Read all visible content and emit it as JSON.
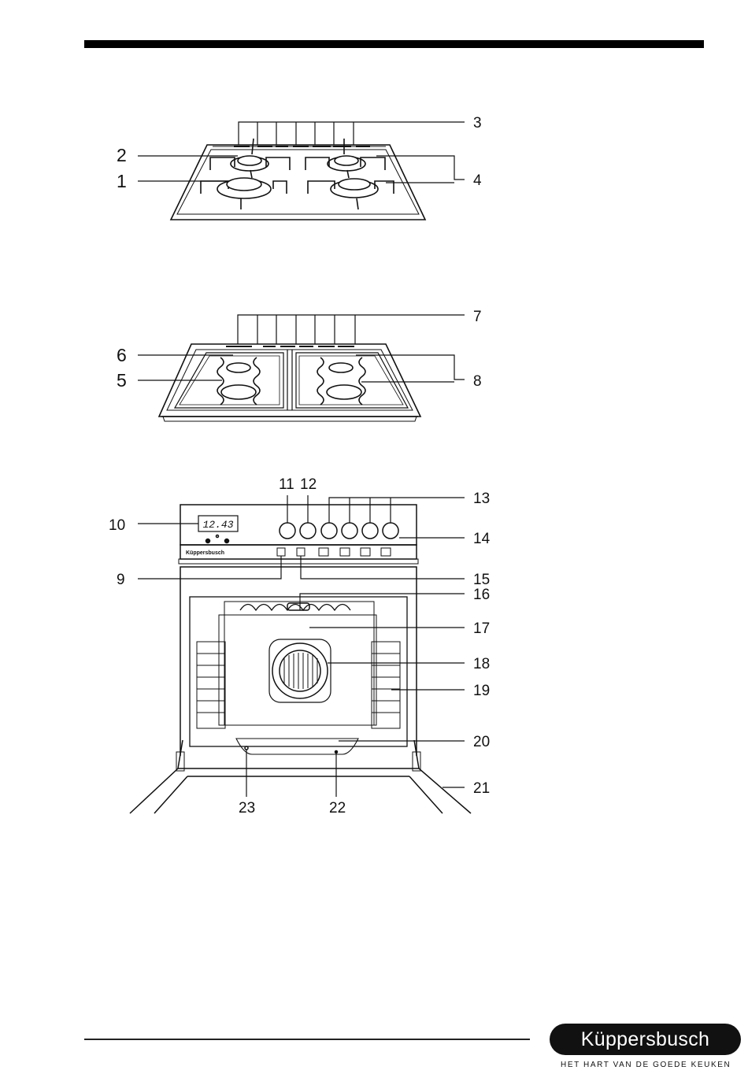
{
  "labels": {
    "n1": "1",
    "n2": "2",
    "n3": "3",
    "n4": "4",
    "n5": "5",
    "n6": "6",
    "n7": "7",
    "n8": "8",
    "n9": "9",
    "n10": "10",
    "n11": "11",
    "n12": "12",
    "n13": "13",
    "n14": "14",
    "n15": "15",
    "n16": "16",
    "n17": "17",
    "n18": "18",
    "n19": "19",
    "n20": "20",
    "n21": "21",
    "n22": "22",
    "n23": "23"
  },
  "oven": {
    "display_time": "12.43",
    "panel_brand": "Küppersbusch"
  },
  "footer": {
    "logo_text": "Küppersbusch",
    "tagline": "HET HART VAN DE GOEDE KEUKEN"
  }
}
